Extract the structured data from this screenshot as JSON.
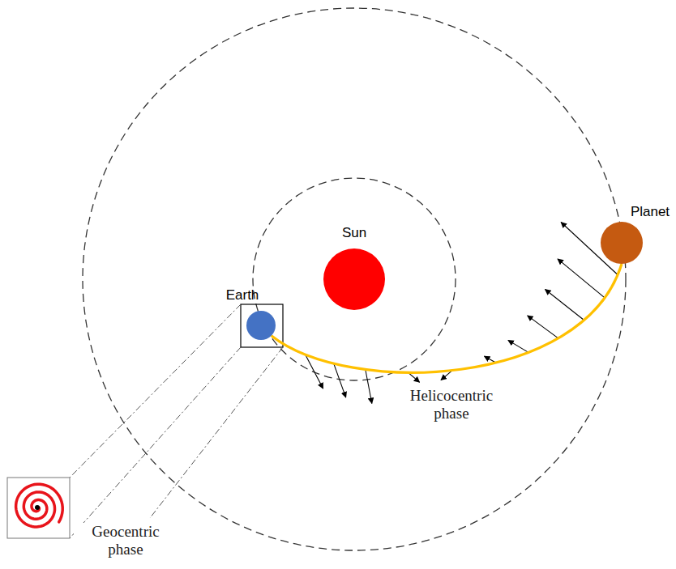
{
  "diagram": {
    "nodes": [
      {
        "text": [
          "Planet"
        ]
      },
      {
        "text": [
          "Sun"
        ]
      },
      {
        "text": [
          "Earth"
        ]
      }
    ],
    "edges": [
      {
        "from": 2,
        "to": 0,
        "arrow": "none"
      }
    ],
    "labels": [
      "Helicocentric phase",
      "Geocentric phase"
    ]
  }
}
